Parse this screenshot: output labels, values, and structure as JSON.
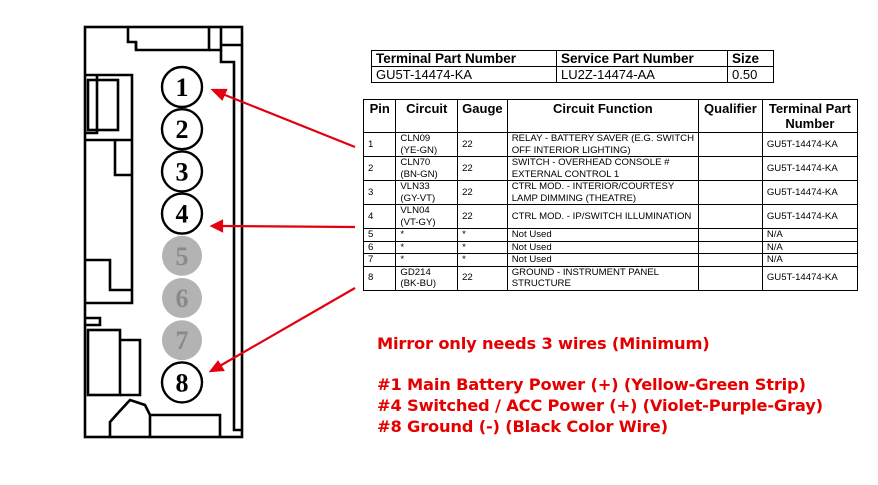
{
  "connector": {
    "pins": [
      {
        "label": "1",
        "state": "used"
      },
      {
        "label": "2",
        "state": "used"
      },
      {
        "label": "3",
        "state": "used"
      },
      {
        "label": "4",
        "state": "used"
      },
      {
        "label": "5",
        "state": "not-used"
      },
      {
        "label": "6",
        "state": "not-used"
      },
      {
        "label": "7",
        "state": "not-used"
      },
      {
        "label": "8",
        "state": "used"
      }
    ],
    "colors": {
      "used_fill": "#ffffff",
      "unused_fill": "#b3b3b3",
      "outline": "#000000",
      "arrow": "#e3000f"
    }
  },
  "terminal_table": {
    "headers": [
      "Terminal Part Number",
      "Service Part Number",
      "Size"
    ],
    "row": [
      "GU5T-14474-KA",
      "LU2Z-14474-AA",
      "0.50"
    ]
  },
  "circuit_table": {
    "headers": [
      "Pin",
      "Circuit",
      "Gauge",
      "Circuit Function",
      "Qualifier",
      "Terminal Part Number"
    ],
    "rows": [
      {
        "pin": "1",
        "circuit": "CLN09",
        "circuit_color": "(YE-GN)",
        "gauge": "22",
        "function": "RELAY - BATTERY SAVER (E.G. SWITCH OFF INTERIOR LIGHTING)",
        "qualifier": "",
        "terminal": "GU5T-14474-KA"
      },
      {
        "pin": "2",
        "circuit": "CLN70",
        "circuit_color": "(BN-GN)",
        "gauge": "22",
        "function": "SWITCH - OVERHEAD CONSOLE # EXTERNAL CONTROL 1",
        "qualifier": "",
        "terminal": "GU5T-14474-KA"
      },
      {
        "pin": "3",
        "circuit": "VLN33",
        "circuit_color": "(GY-VT)",
        "gauge": "22",
        "function": "CTRL MOD. - INTERIOR/COURTESY LAMP DIMMING (THEATRE)",
        "qualifier": "",
        "terminal": "GU5T-14474-KA"
      },
      {
        "pin": "4",
        "circuit": "VLN04",
        "circuit_color": "(VT-GY)",
        "gauge": "22",
        "function": "CTRL MOD. - IP/SWITCH ILLUMINATION",
        "qualifier": "",
        "terminal": "GU5T-14474-KA"
      },
      {
        "pin": "5",
        "circuit": "*",
        "circuit_color": "",
        "gauge": "*",
        "function": "Not Used",
        "qualifier": "",
        "terminal": "N/A"
      },
      {
        "pin": "6",
        "circuit": "*",
        "circuit_color": "",
        "gauge": "*",
        "function": "Not Used",
        "qualifier": "",
        "terminal": "N/A"
      },
      {
        "pin": "7",
        "circuit": "*",
        "circuit_color": "",
        "gauge": "*",
        "function": "Not Used",
        "qualifier": "",
        "terminal": "N/A"
      },
      {
        "pin": "8",
        "circuit": "GD214",
        "circuit_color": "(BK-BU)",
        "gauge": "22",
        "function": "GROUND - INSTRUMENT PANEL STRUCTURE",
        "qualifier": "",
        "terminal": "GU5T-14474-KA"
      }
    ]
  },
  "notes": {
    "headline": "Mirror  only needs 3 wires (Minimum)",
    "line1": "#1 Main Battery Power (+) (Yellow-Green Strip)",
    "line2": "#4 Switched / ACC Power (+) (Violet-Purple-Gray)",
    "line3": "#8 Ground (-) (Black Color Wire)",
    "color": "#e50000"
  }
}
